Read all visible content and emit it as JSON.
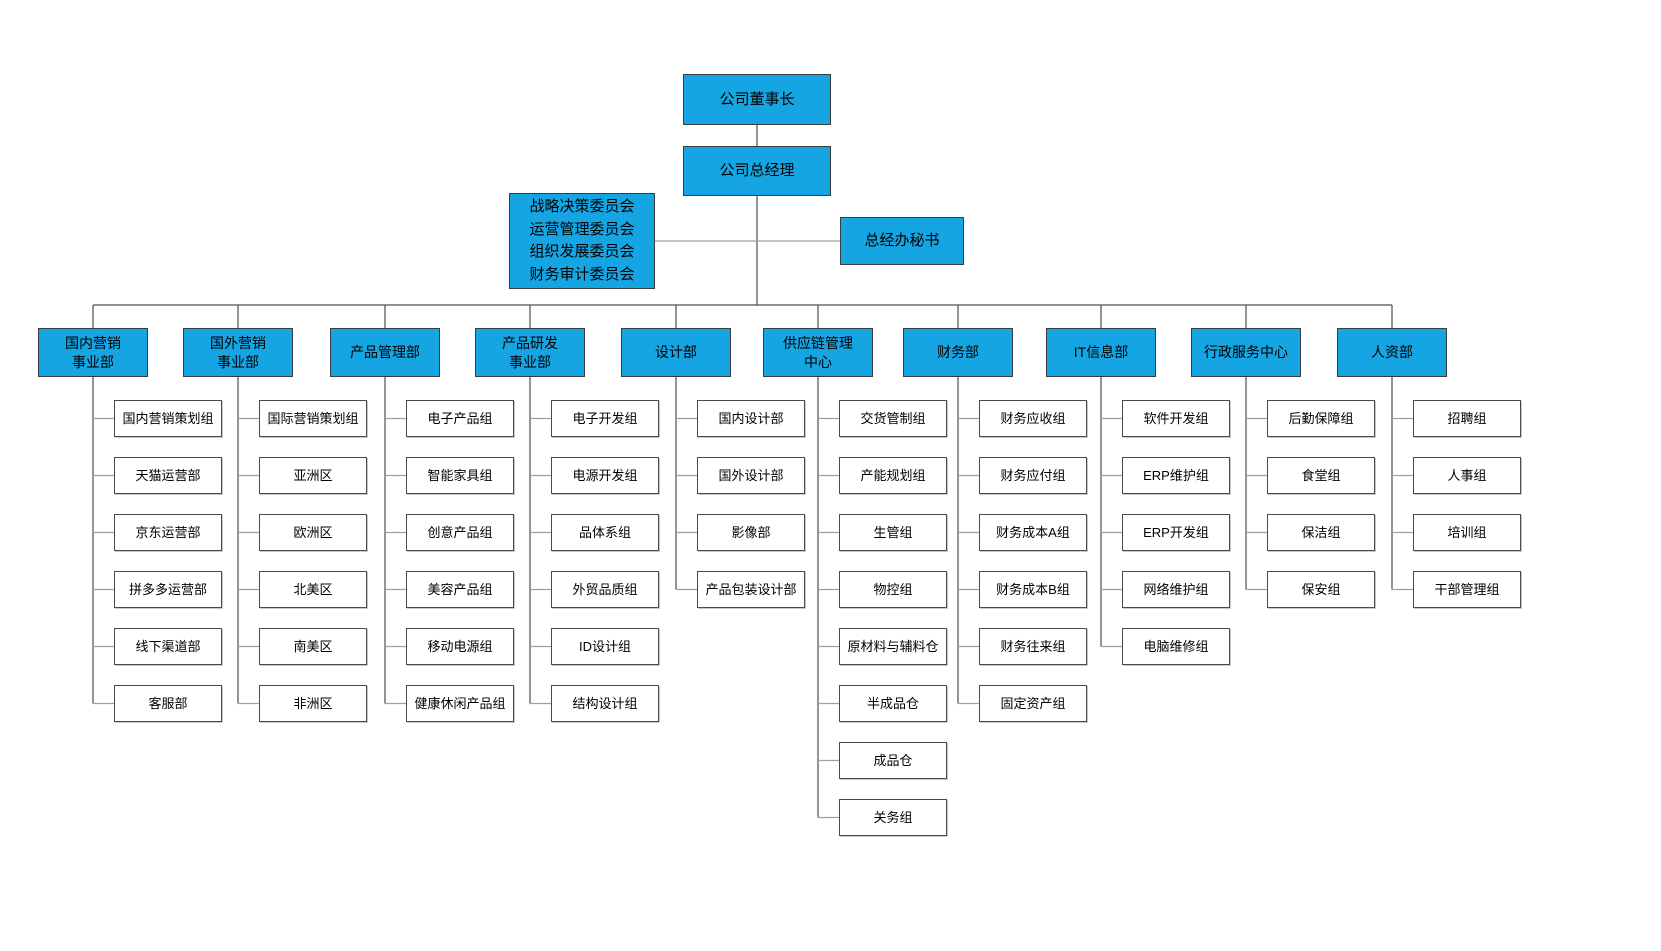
{
  "colors": {
    "node_fill_primary": "#16a5e3",
    "node_fill_child": "#ffffff",
    "line_dark": "#4d4d4d",
    "line_gray": "#a0a0a0"
  },
  "top": {
    "chairman": {
      "label": "公司董事长"
    },
    "general_manager": {
      "label": "公司总经理"
    },
    "committees": {
      "label": "战略决策委员会\n运营管理委员会\n组织发展委员会\n财务审计委员会"
    },
    "secretary": {
      "label": "总经办秘书"
    }
  },
  "departments": [
    {
      "label": "国内营销\n事业部",
      "children": [
        "国内营销策划组",
        "天猫运营部",
        "京东运营部",
        "拼多多运营部",
        "线下渠道部",
        "客服部"
      ]
    },
    {
      "label": "国外营销\n事业部",
      "children": [
        "国际营销策划组",
        "亚洲区",
        "欧洲区",
        "北美区",
        "南美区",
        "非洲区"
      ]
    },
    {
      "label": "产品管理部",
      "children": [
        "电子产品组",
        "智能家具组",
        "创意产品组",
        "美容产品组",
        "移动电源组",
        "健康休闲产品组"
      ]
    },
    {
      "label": "产品研发\n事业部",
      "children": [
        "电子开发组",
        "电源开发组",
        "品体系组",
        "外贸品质组",
        "ID设计组",
        "结构设计组"
      ]
    },
    {
      "label": "设计部",
      "children": [
        "国内设计部",
        "国外设计部",
        "影像部",
        "产品包装设计部"
      ]
    },
    {
      "label": "供应链管理\n中心",
      "children": [
        "交货管制组",
        "产能规划组",
        "生管组",
        "物控组",
        "原材料与辅料仓",
        "半成品仓",
        "成品仓",
        "关务组"
      ]
    },
    {
      "label": "财务部",
      "children": [
        "财务应收组",
        "财务应付组",
        "财务成本A组",
        "财务成本B组",
        "财务往来组",
        "固定资产组"
      ]
    },
    {
      "label": "IT信息部",
      "children": [
        "软件开发组",
        "ERP维护组",
        "ERP开发组",
        "网络维护组",
        "电脑维修组"
      ]
    },
    {
      "label": "行政服务中心",
      "children": [
        "后勤保障组",
        "食堂组",
        "保洁组",
        "保安组"
      ]
    },
    {
      "label": "人资部",
      "children": [
        "招聘组",
        "人事组",
        "培训组",
        "干部管理组"
      ]
    }
  ]
}
